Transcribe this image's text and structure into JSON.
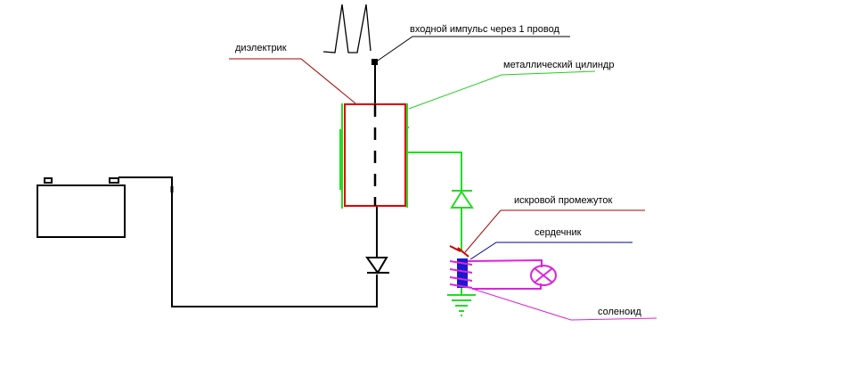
{
  "diagram": {
    "labels": {
      "input_pulse": "входной импульс через 1 провод",
      "dielectric": "диэлектрик",
      "metal_cylinder": "металлический цилиндр",
      "spark_gap": "искровой промежуток",
      "core": "сердечник",
      "solenoid": "соленоид"
    },
    "colors": {
      "wire": "#000000",
      "dielectric": "#e00000",
      "cylinder": "#22dd22",
      "spark_gap": "#cc0000",
      "spark_leader": "#aa0000",
      "core": "#1a1acc",
      "core_leader": "#000099",
      "solenoid": "#dd22dd",
      "ground": "#22dd22"
    },
    "components": [
      "battery",
      "input-pulse-waveform",
      "input-terminal",
      "dielectric-tube",
      "metal-cylinder",
      "diode-main",
      "diode-secondary",
      "spark-gap",
      "core",
      "solenoid-coil",
      "lamp",
      "ground"
    ]
  }
}
